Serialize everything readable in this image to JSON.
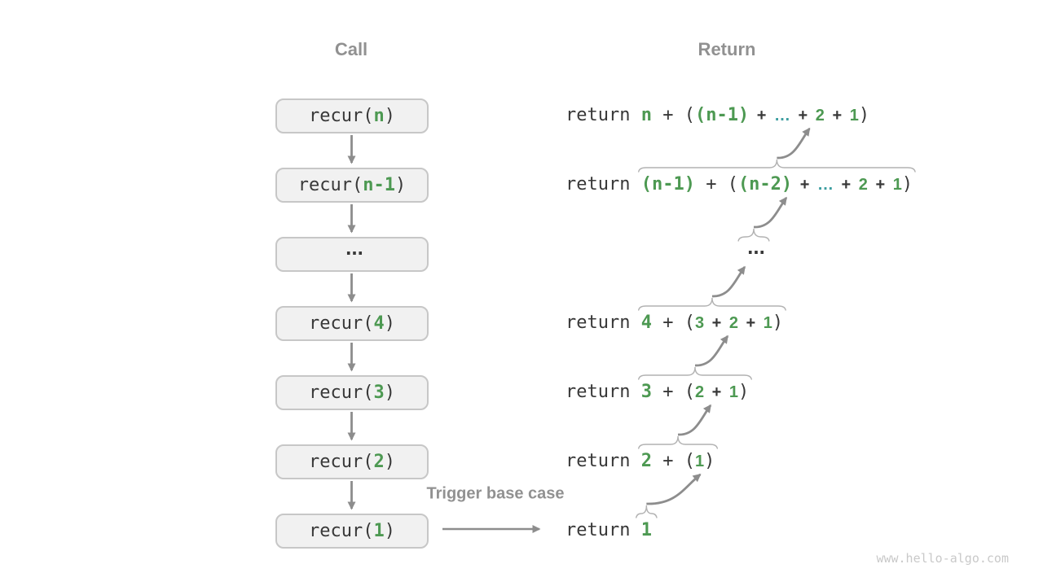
{
  "headers": {
    "call": "Call",
    "ret": "Return"
  },
  "trigger_label": "Trigger base case",
  "watermark": "www.hello-algo.com",
  "colors": {
    "green": "#4D9952",
    "teal": "#3C9EA0",
    "dark": "#383838",
    "gray": "#919191",
    "arrow": "#8D8D8D",
    "brace": "#B2B2B2",
    "box_bg": "#F1F1F1",
    "box_border": "#C7C7C7",
    "watermark": "#C9C9C9"
  },
  "rows": [
    {
      "call": [
        {
          "t": "recur(",
          "s": "m"
        },
        {
          "t": "n",
          "s": "mg"
        },
        {
          "t": ")",
          "s": "m"
        }
      ],
      "ret": [
        {
          "t": "return ",
          "s": "m"
        },
        {
          "t": "n",
          "s": "mg"
        },
        {
          "t": " + (",
          "s": "m"
        },
        {
          "t": "(n-1)",
          "s": "mg"
        },
        {
          "t": " + ",
          "s": "b"
        },
        {
          "t": "…",
          "s": "bt"
        },
        {
          "t": " + ",
          "s": "b"
        },
        {
          "t": "2",
          "s": "bg"
        },
        {
          "t": " + ",
          "s": "b"
        },
        {
          "t": "1",
          "s": "bg"
        },
        {
          "t": ")",
          "s": "m"
        }
      ],
      "brace": false
    },
    {
      "call": [
        {
          "t": "recur(",
          "s": "m"
        },
        {
          "t": "n-1",
          "s": "mg"
        },
        {
          "t": ")",
          "s": "m"
        }
      ],
      "ret": [
        {
          "t": "return ",
          "s": "m"
        },
        {
          "t": "(n-1)",
          "s": "mg"
        },
        {
          "t": " + (",
          "s": "m"
        },
        {
          "t": "(n-2)",
          "s": "mg"
        },
        {
          "t": " + ",
          "s": "b"
        },
        {
          "t": "…",
          "s": "bt"
        },
        {
          "t": " + ",
          "s": "b"
        },
        {
          "t": "2",
          "s": "bg"
        },
        {
          "t": " + ",
          "s": "b"
        },
        {
          "t": "1",
          "s": "bg"
        },
        {
          "t": ")",
          "s": "m"
        }
      ],
      "brace": true
    },
    {
      "type": "dots",
      "call": [
        {
          "t": "···",
          "s": "dots"
        }
      ],
      "ret": [
        {
          "t": "···",
          "s": "dots"
        }
      ],
      "brace": true
    },
    {
      "call": [
        {
          "t": "recur(",
          "s": "m"
        },
        {
          "t": "4",
          "s": "mg"
        },
        {
          "t": ")",
          "s": "m"
        }
      ],
      "ret": [
        {
          "t": "return ",
          "s": "m"
        },
        {
          "t": "4",
          "s": "mg"
        },
        {
          "t": " + (",
          "s": "m"
        },
        {
          "t": "3",
          "s": "bg"
        },
        {
          "t": " + ",
          "s": "b"
        },
        {
          "t": "2",
          "s": "bg"
        },
        {
          "t": " + ",
          "s": "b"
        },
        {
          "t": "1",
          "s": "bg"
        },
        {
          "t": ")",
          "s": "m"
        }
      ],
      "brace": true
    },
    {
      "call": [
        {
          "t": "recur(",
          "s": "m"
        },
        {
          "t": "3",
          "s": "mg"
        },
        {
          "t": ")",
          "s": "m"
        }
      ],
      "ret": [
        {
          "t": "return ",
          "s": "m"
        },
        {
          "t": "3",
          "s": "mg"
        },
        {
          "t": " + (",
          "s": "m"
        },
        {
          "t": "2",
          "s": "bg"
        },
        {
          "t": " + ",
          "s": "b"
        },
        {
          "t": "1",
          "s": "bg"
        },
        {
          "t": ")",
          "s": "m"
        }
      ],
      "brace": true
    },
    {
      "call": [
        {
          "t": "recur(",
          "s": "m"
        },
        {
          "t": "2",
          "s": "mg"
        },
        {
          "t": ")",
          "s": "m"
        }
      ],
      "ret": [
        {
          "t": "return ",
          "s": "m"
        },
        {
          "t": "2",
          "s": "mg"
        },
        {
          "t": " + (",
          "s": "m"
        },
        {
          "t": "1",
          "s": "bg"
        },
        {
          "t": ")",
          "s": "m"
        }
      ],
      "brace": true
    },
    {
      "call": [
        {
          "t": "recur(",
          "s": "m"
        },
        {
          "t": "1",
          "s": "mg"
        },
        {
          "t": ")",
          "s": "m"
        }
      ],
      "ret": [
        {
          "t": "return ",
          "s": "m"
        },
        {
          "t": "1",
          "s": "mg"
        }
      ],
      "brace": true
    }
  ]
}
